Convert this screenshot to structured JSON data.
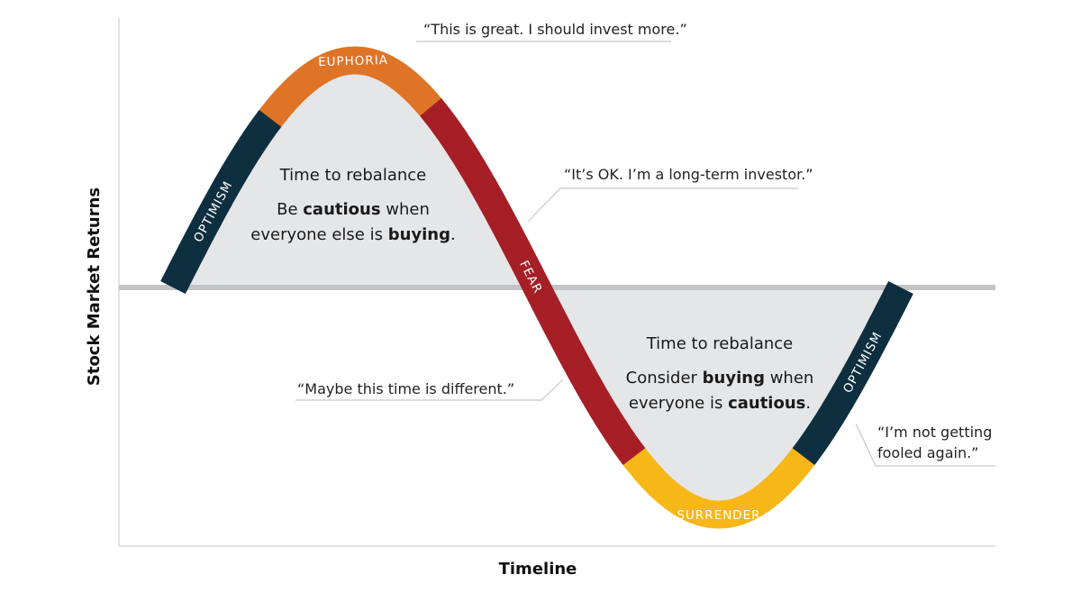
{
  "axes": {
    "y_label": "Stock Market Returns",
    "x_label": "Timeline"
  },
  "stages": {
    "optimism_rise": "OPTIMISM",
    "euphoria": "EUPHORIA",
    "fear": "FEAR",
    "surrender": "SURRENDER",
    "optimism_recovery": "OPTIMISM"
  },
  "colors": {
    "optimism": "#0e2f40",
    "euphoria": "#e07426",
    "fear": "#a61f26",
    "surrender": "#f7b718",
    "fill": "#e5e6e8",
    "baseline": "#c4c4c4"
  },
  "quotes": {
    "euphoria": "“This is great. I should invest more.”",
    "fear_early": "“It’s OK. I’m a long-term investor.”",
    "fear_late": "“Maybe this time is different.”",
    "recovery_line1": "“I’m not getting",
    "recovery_line2": "fooled again.”"
  },
  "advice_top": {
    "title": "Time to rebalance",
    "line1_a": "Be ",
    "line1_b": "cautious",
    "line1_c": " when",
    "line2_a": "everyone else is ",
    "line2_b": "buying",
    "line2_c": "."
  },
  "advice_bottom": {
    "title": "Time to rebalance",
    "line1_a": "Consider ",
    "line1_b": "buying",
    "line1_c": " when",
    "line2_a": "everyone is ",
    "line2_b": "cautious",
    "line2_c": "."
  }
}
